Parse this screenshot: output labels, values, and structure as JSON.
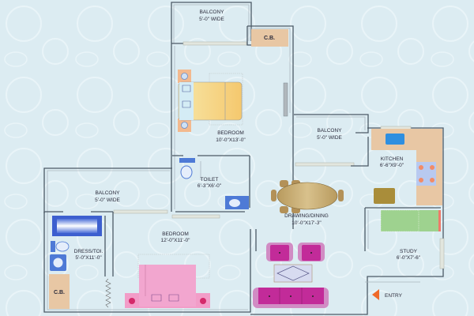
{
  "plan": {
    "rooms": {
      "balcony_top": {
        "name": "BALCONY",
        "size": "5'-0\" WIDE"
      },
      "cb_top": {
        "name": "C.B."
      },
      "bedroom_top": {
        "name": "BEDROOM",
        "size": "10'-0\"X13'-0\""
      },
      "balcony_mid": {
        "name": "BALCONY",
        "size": "5'-0\" WIDE"
      },
      "kitchen": {
        "name": "KITCHEN",
        "size": "6'-6\"X9'-0\""
      },
      "toilet": {
        "name": "TOILET",
        "size": "6'-3\"X6'-0\""
      },
      "balcony_left": {
        "name": "BALCONY",
        "size": "5'-0\" WIDE"
      },
      "drawing_dining": {
        "name": "DRAWING/DINING",
        "size": "10'-0\"X17'-3\""
      },
      "bedroom_bottom": {
        "name": "BEDROOM",
        "size": "12'-0\"X11'-0\""
      },
      "dress_toilet": {
        "name": "DRESS/TOI.",
        "size": "5'-0\"X11'-0\""
      },
      "cb_bottom": {
        "name": "C.B."
      },
      "study": {
        "name": "STUDY",
        "size": "6'-0\"X7'-6\""
      }
    },
    "entry_label": "ENTRY"
  },
  "colors": {
    "background": "#dcecf2",
    "wall": "#4c5a66",
    "cupboard": "#e8c7a4",
    "bed_yellow": "#f7d98a",
    "bed_pink": "#f2a6cf",
    "sofa_magenta": "#c22b99",
    "table_wood": "#c9b07a",
    "entry_arrow": "#ef6a2a",
    "sink_blue": "#2f8fe0"
  }
}
